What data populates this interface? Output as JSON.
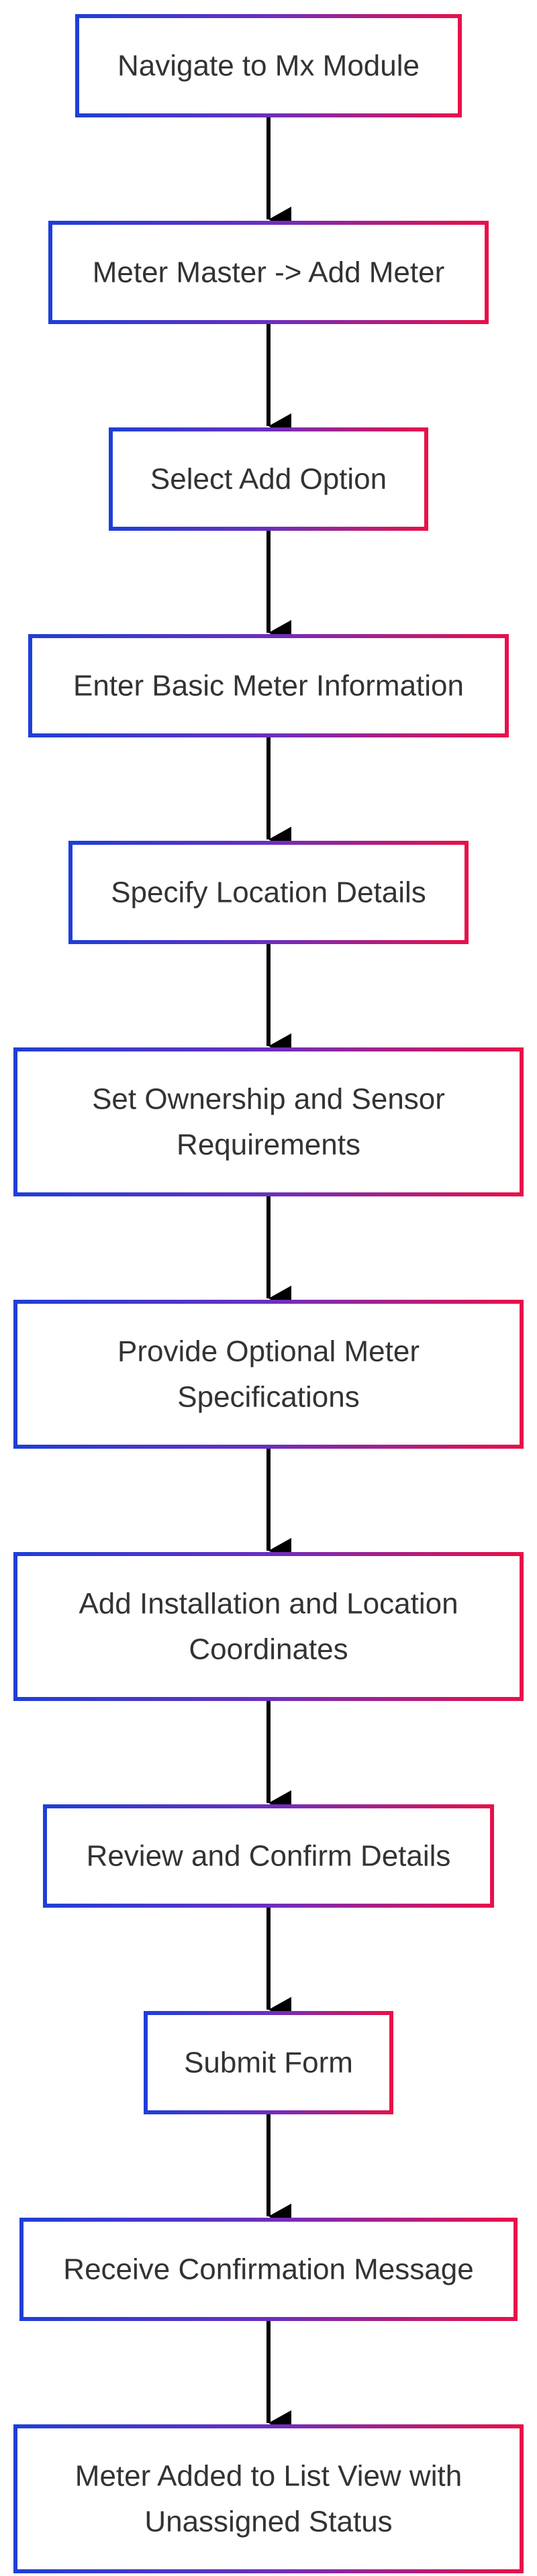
{
  "diagram": {
    "colors": {
      "gradient_start": "#1f3fd6",
      "gradient_mid": "#6b2fc0",
      "gradient_end": "#e8104a",
      "connector": "#000000",
      "text": "#333333"
    },
    "nodes": [
      {
        "id": "navigate",
        "lines": [
          "Navigate to Mx Module"
        ]
      },
      {
        "id": "meter-master",
        "lines": [
          "Meter Master -> Add Meter"
        ]
      },
      {
        "id": "select-add",
        "lines": [
          "Select Add Option"
        ]
      },
      {
        "id": "basic-info",
        "lines": [
          "Enter Basic Meter Information"
        ]
      },
      {
        "id": "location",
        "lines": [
          "Specify Location Details"
        ]
      },
      {
        "id": "ownership",
        "lines": [
          "Set Ownership and Sensor",
          "Requirements"
        ]
      },
      {
        "id": "specs",
        "lines": [
          "Provide Optional Meter",
          "Specifications"
        ]
      },
      {
        "id": "installation",
        "lines": [
          "Add Installation and Location",
          "Coordinates"
        ]
      },
      {
        "id": "review",
        "lines": [
          "Review and Confirm Details"
        ]
      },
      {
        "id": "submit",
        "lines": [
          "Submit Form"
        ]
      },
      {
        "id": "confirmation",
        "lines": [
          "Receive Confirmation Message"
        ]
      },
      {
        "id": "list-view",
        "lines": [
          "Meter Added to List View with",
          "Unassigned Status"
        ]
      }
    ],
    "edges": [
      {
        "from": "navigate",
        "to": "meter-master"
      },
      {
        "from": "meter-master",
        "to": "select-add"
      },
      {
        "from": "select-add",
        "to": "basic-info"
      },
      {
        "from": "basic-info",
        "to": "location"
      },
      {
        "from": "location",
        "to": "ownership"
      },
      {
        "from": "ownership",
        "to": "specs"
      },
      {
        "from": "specs",
        "to": "installation"
      },
      {
        "from": "installation",
        "to": "review"
      },
      {
        "from": "review",
        "to": "submit"
      },
      {
        "from": "submit",
        "to": "confirmation"
      },
      {
        "from": "confirmation",
        "to": "list-view"
      }
    ]
  }
}
